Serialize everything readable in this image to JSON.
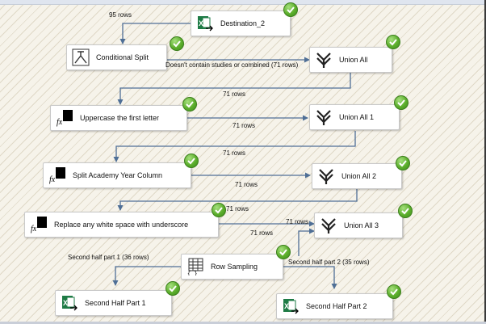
{
  "components": {
    "destination_2": {
      "label": "Destination_2",
      "icon": "excel-destination-icon"
    },
    "conditional_split": {
      "label": "Conditional Split",
      "icon": "conditional-split-icon"
    },
    "union_all": {
      "label": "Union All",
      "icon": "union-all-icon"
    },
    "uppercase": {
      "label": "Uppercase the first letter",
      "icon": "derived-column-icon"
    },
    "union_all_1": {
      "label": "Union All 1",
      "icon": "union-all-icon"
    },
    "split_academy": {
      "label": "Split Academy Year Column",
      "icon": "derived-column-icon"
    },
    "union_all_2": {
      "label": "Union All 2",
      "icon": "union-all-icon"
    },
    "replace_ws": {
      "label": "Replace any white space with underscore",
      "icon": "derived-column-icon"
    },
    "union_all_3": {
      "label": "Union All 3",
      "icon": "union-all-icon"
    },
    "row_sampling": {
      "label": "Row Sampling",
      "icon": "row-sampling-icon"
    },
    "second_half_1": {
      "label": "Second Half Part 1",
      "icon": "excel-destination-icon"
    },
    "second_half_2": {
      "label": "Second Half Part 2",
      "icon": "excel-destination-icon"
    }
  },
  "paths": {
    "split_to_destination": "95 rows",
    "split_to_union": "Doesn't contain studies or combined (71 rows)",
    "union_to_uppercase": "71 rows",
    "uppercase_to_union1": "71 rows",
    "union1_to_split_academy": "71 rows",
    "split_academy_to_union2": "71 rows",
    "union2_to_replace": "71 rows",
    "replace_to_union3_top": "71 rows",
    "replace_to_union3_bottom": "71 rows",
    "sampling_to_part1": "Second half part 1 (36 rows)",
    "sampling_to_part2": "Second half part 2 (35 rows)"
  },
  "colors": {
    "wire": "#4f6f96",
    "success": "#5cae2c"
  }
}
